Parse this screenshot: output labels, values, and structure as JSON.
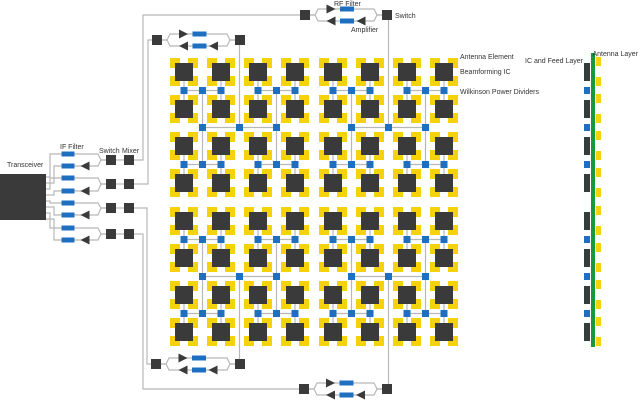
{
  "labels": {
    "transceiver": "Transceiver",
    "if_filter": "IF Filter",
    "switch_left": "Switch",
    "mixer": "Mixer",
    "rf_filter": "RF Filter",
    "amplifier": "Amplifier",
    "switch_top": "Switch",
    "antenna_element": "Antenna Element",
    "beamforming_ic": "Beamforming IC",
    "wilkinson": "Wilkinson Power Dividers",
    "ic_feed_layer": "IC and Feed Layer",
    "antenna_layer": "Antenna Layer"
  },
  "array": {
    "rows": 8,
    "columns": 8
  },
  "colors": {
    "ic": "#3a3a3a",
    "antenna": "#f5d30c",
    "divider": "#1f6fc0",
    "filter": "#1f6fc0",
    "antenna_layer_bar": "#17993a",
    "trace": "#b8b8b8"
  }
}
